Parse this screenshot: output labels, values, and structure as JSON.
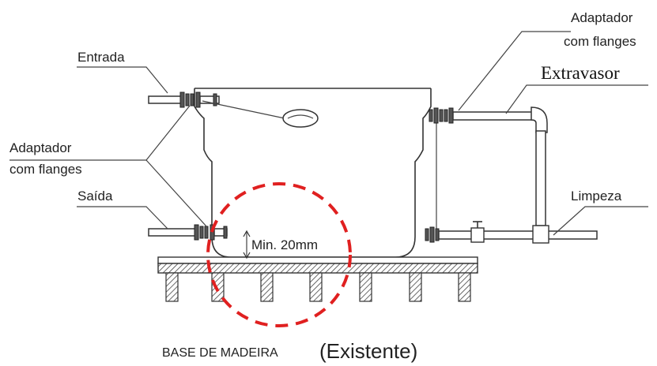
{
  "labels": {
    "entrada": "Entrada",
    "adaptador_left_1": "Adaptador",
    "adaptador_left_2": "com flanges",
    "saida": "Saída",
    "adaptador_right_1": "Adaptador",
    "adaptador_right_2": "com flanges",
    "extravasor": "Extravasor",
    "limpeza": "Limpeza",
    "min_gap": "Min. 20mm",
    "base": "BASE DE MADEIRA",
    "existente": "(Existente)"
  },
  "colors": {
    "highlight_circle": "#e02020",
    "line": "#333333"
  }
}
